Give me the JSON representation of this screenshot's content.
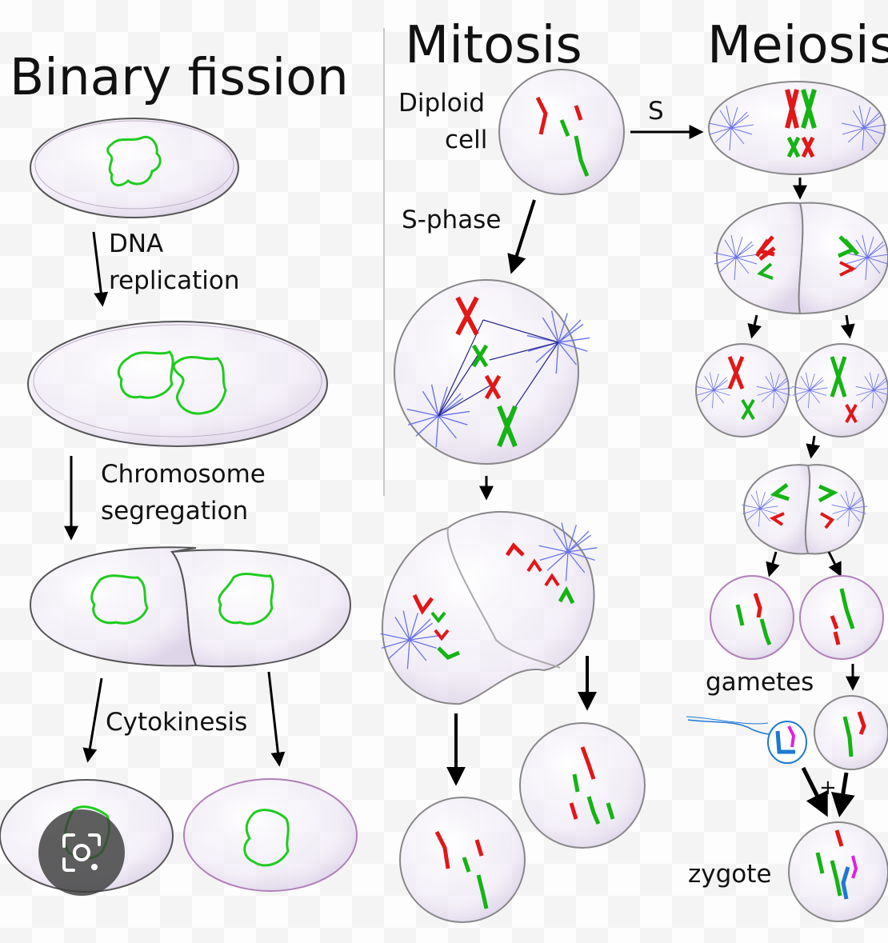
{
  "titles": {
    "binary_fission": "Binary fission",
    "mitosis": "Mitosis",
    "meiosis": "Meiosis"
  },
  "binary_fission": {
    "dna_replication": [
      "DNA",
      "replication"
    ],
    "chromosome_segregation": [
      "Chromosome",
      "segregation"
    ],
    "cytokinesis": "Cytokinesis"
  },
  "mitosis": {
    "diploid_cell": [
      "Diploid",
      "cell"
    ],
    "s_phase": "S-phase"
  },
  "meiosis": {
    "s": "S",
    "gametes": "gametes",
    "plus": "+",
    "zygote": "zygote"
  },
  "overlay": {
    "lens_icon": "visual-search-lens-icon"
  },
  "colors": {
    "dna": "#1fcc1f",
    "maternal": "#e01818",
    "paternal": "#14b414",
    "sperm_blue": "#1e78d0",
    "sperm_magenta": "#e020e0",
    "spindle": "#6a74e6"
  }
}
